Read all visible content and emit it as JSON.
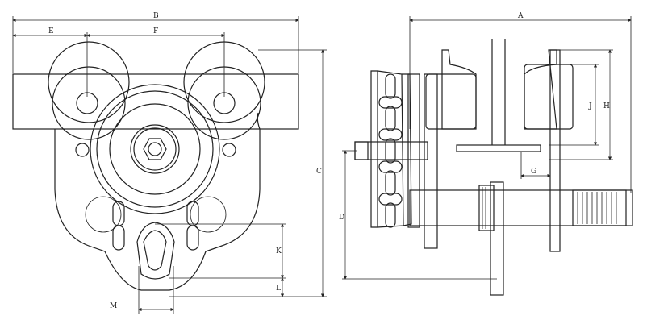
{
  "diagram": {
    "views": [
      "front-view",
      "side-view"
    ],
    "dimension_labels": {
      "B": "B",
      "E": "E",
      "F": "F",
      "C": "C",
      "K": "K",
      "L": "L",
      "M": "M",
      "A": "A",
      "J": "J",
      "H": "H",
      "G": "G",
      "D": "D"
    }
  }
}
